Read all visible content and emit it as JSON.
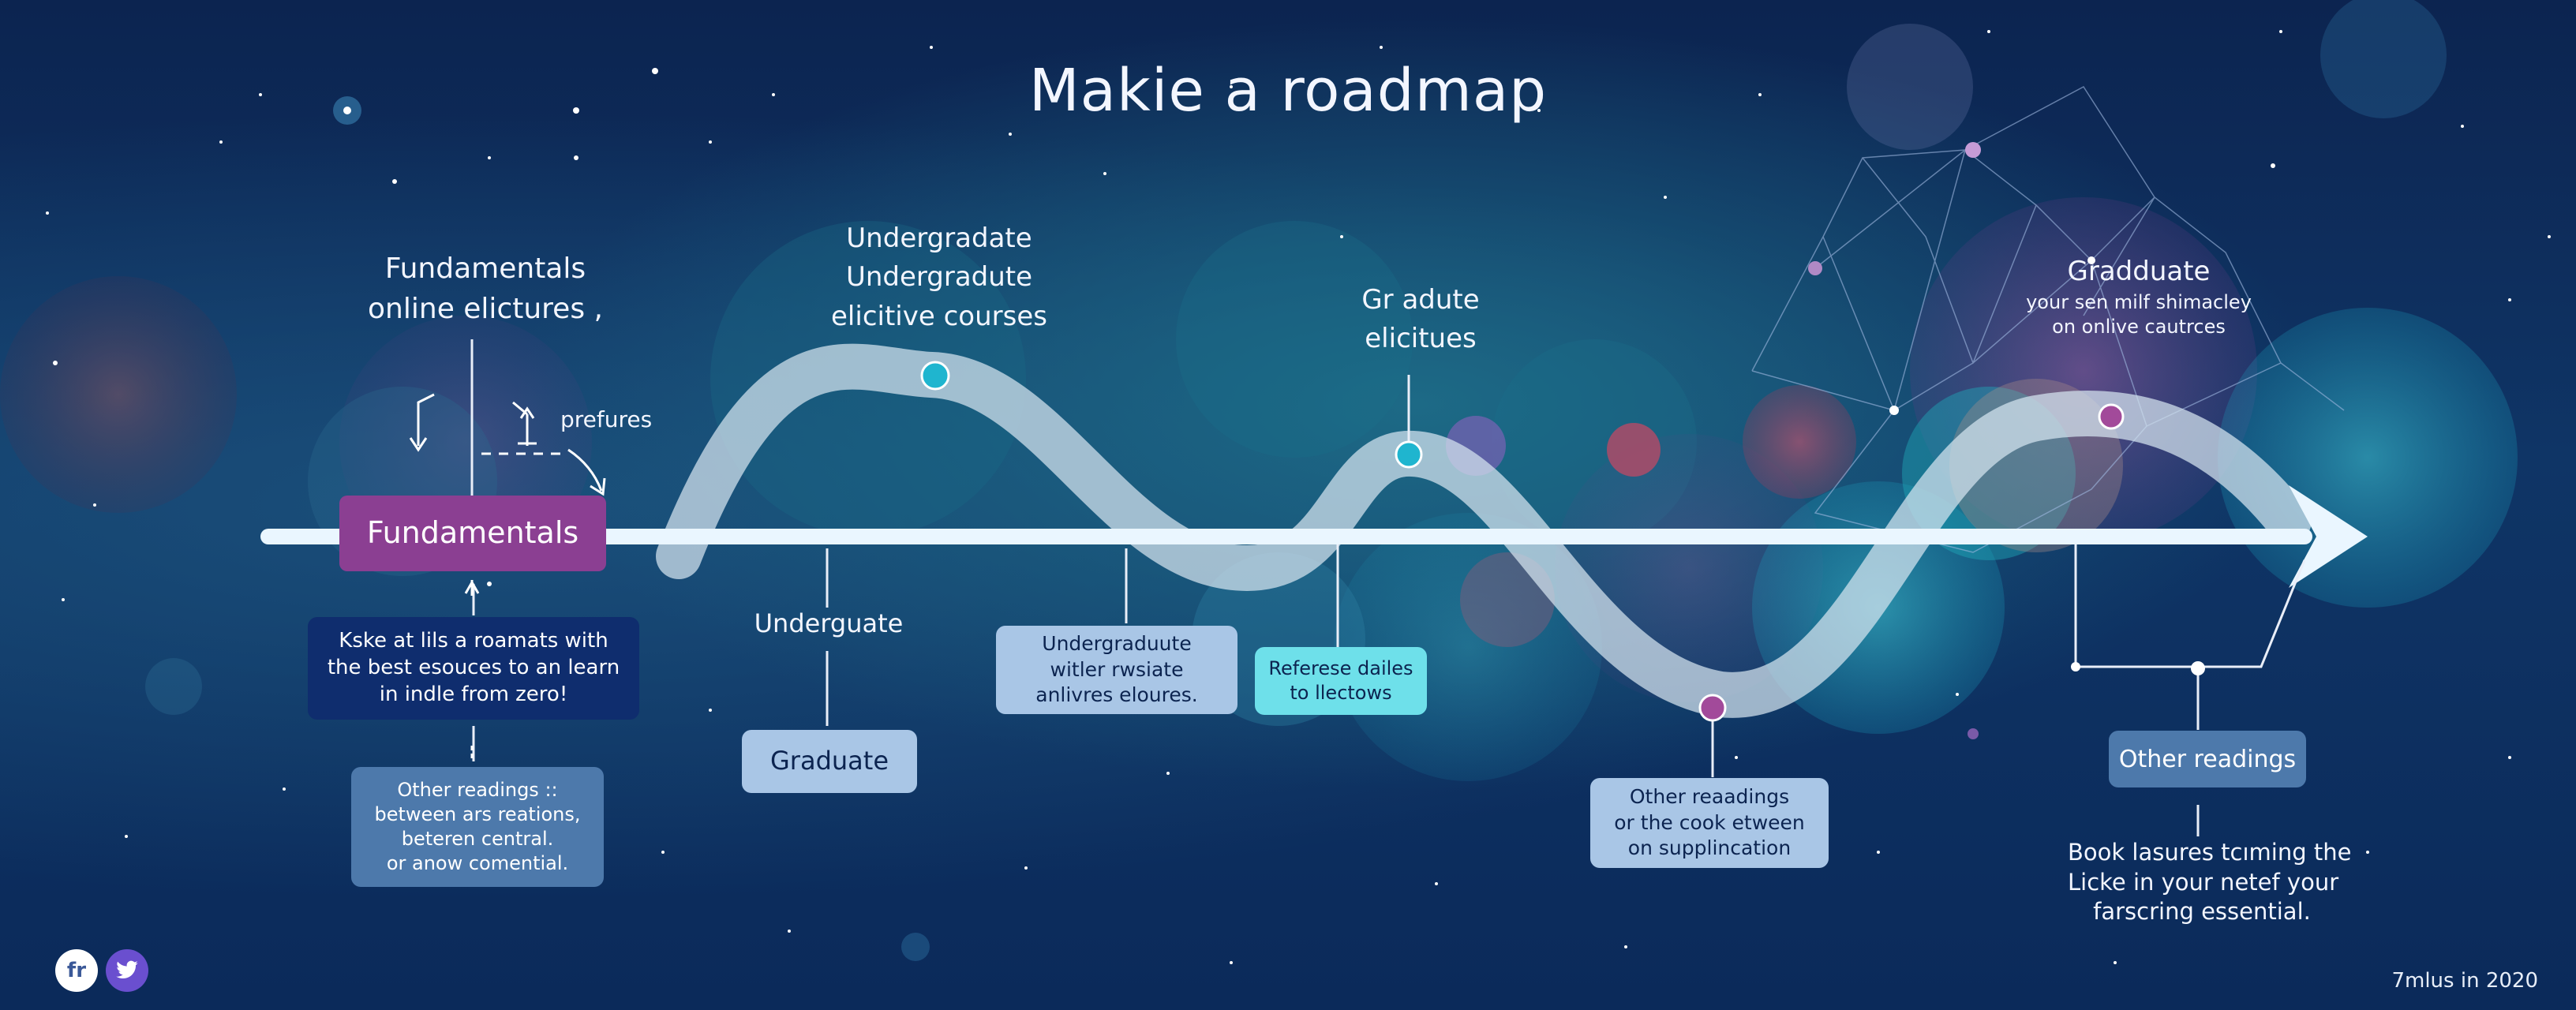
{
  "title": "Makie a roadmap",
  "colors": {
    "accent_purple": "#8b3f92",
    "accent_teal": "#1fb5cf",
    "box_navy": "#0f2d6e",
    "box_lightblue": "#a9c6e6",
    "box_cyan": "#6ee0ea",
    "box_steel": "#4d79ab",
    "arrow": "#e8f5ff"
  },
  "labels": {
    "fundamentals_top": [
      "Fundamentals",
      "online elictures ,"
    ],
    "prefures": "prefures",
    "undergraduate_top": [
      "Undergradate",
      "Undergradute",
      "elicitive courses"
    ],
    "graduate_top": [
      "Gr adute",
      "elicitues"
    ],
    "graduate_right": [
      "Gradduate",
      "your sen milf shimacley",
      "on onlive cautrces"
    ],
    "underguate": "Underguate",
    "book_text": [
      "Book lasures tcıming the",
      "Licke in your netef your",
      "farscring essential."
    ]
  },
  "boxes": {
    "fundamentals": "Fundamentals",
    "kske": [
      "Kske at lils a roamats with",
      "the best esouces to an learn",
      "in indle from zero!"
    ],
    "other_left": [
      "Other readings ::",
      "between ars reations,",
      "beteren central.",
      "or anow comential."
    ],
    "graduate": "Graduate",
    "undergraduute": [
      "Undergraduute",
      "witler rwsiate",
      "anlivres eloures."
    ],
    "referese": [
      "Referese dailes",
      "to llectows"
    ],
    "other_mid": [
      "Other reaadings",
      "or the cook etween",
      "on supplincation"
    ],
    "other_right": "Other readings"
  },
  "icons": [
    "facebook-icon",
    "twitter-icon"
  ],
  "social": {
    "facebook_glyph": "fr"
  },
  "footer": "7mlus in 2020"
}
